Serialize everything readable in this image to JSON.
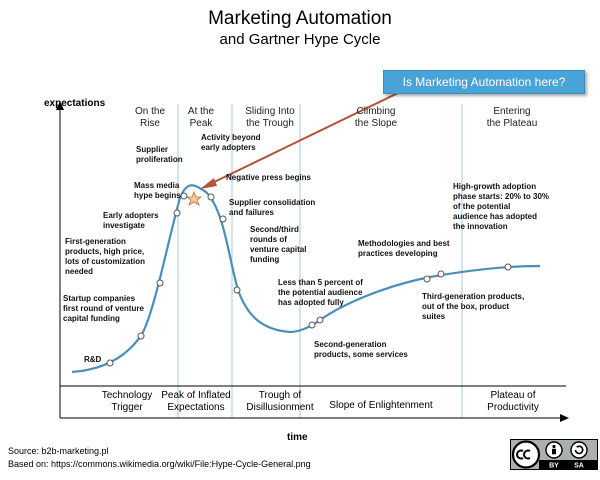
{
  "title": "Marketing Automation",
  "subtitle": "and Gartner Hype Cycle",
  "callout": "Is Marketing Automation here?",
  "axes": {
    "y_label": "expectations",
    "x_label": "time"
  },
  "phases_top": [
    [
      "On the",
      "Rise"
    ],
    [
      "At the",
      "Peak"
    ],
    [
      "Sliding Into",
      "the Trough"
    ],
    [
      "Climbing",
      "the Slope"
    ],
    [
      "Entering",
      "the Plateau"
    ]
  ],
  "phases_bottom": [
    [
      "Technology",
      "Trigger"
    ],
    [
      "Peak of Inflated",
      "Expectations"
    ],
    [
      "Trough of",
      "Disillusionment"
    ],
    [
      "Slope of Enlightenment"
    ],
    [
      "Plateau of",
      "Productivity"
    ]
  ],
  "milestones": [
    {
      "lines": [
        "R&D"
      ]
    },
    {
      "lines": [
        "Startup companies",
        "first round of venture",
        "capital funding"
      ]
    },
    {
      "lines": [
        "First-generation",
        "products, high price,",
        "lots of customization",
        "needed"
      ]
    },
    {
      "lines": [
        "Early adopters",
        "investigate"
      ]
    },
    {
      "lines": [
        "Mass media",
        "hype begins"
      ]
    },
    {
      "lines": [
        "Supplier",
        "proliferation"
      ]
    },
    {
      "lines": [
        "Activity beyond",
        "early adopters"
      ]
    },
    {
      "lines": [
        "Negative press begins"
      ]
    },
    {
      "lines": [
        "Supplier consolidation",
        "and failures"
      ]
    },
    {
      "lines": [
        "Second/third",
        "rounds of",
        "venture capital",
        "funding"
      ]
    },
    {
      "lines": [
        "Less than 5 percent of",
        "the potential audience",
        "has adopted fully"
      ]
    },
    {
      "lines": [
        "Second-generation",
        "products, some services"
      ]
    },
    {
      "lines": [
        "Methodologies and best",
        "practices developing"
      ]
    },
    {
      "lines": [
        "Third-generation products,",
        "out of the box, product",
        "suites"
      ]
    },
    {
      "lines": [
        "High-growth adoption",
        "phase starts: 20% to 30%",
        "of the potential",
        "audience has adopted",
        "the innovation"
      ]
    }
  ],
  "footer": {
    "source": "Source: b2b-marketing.pl",
    "based_on": "Based on: https://commons.wikimedia.org/wiki/File:Hype-Cycle-General.png"
  },
  "license": {
    "by": "BY",
    "sa": "SA"
  },
  "colors": {
    "callout": "#4aa3d6",
    "arrow": "#b5533a",
    "curve": "#4b8fb8",
    "phase_line": "#a9c8dd"
  }
}
